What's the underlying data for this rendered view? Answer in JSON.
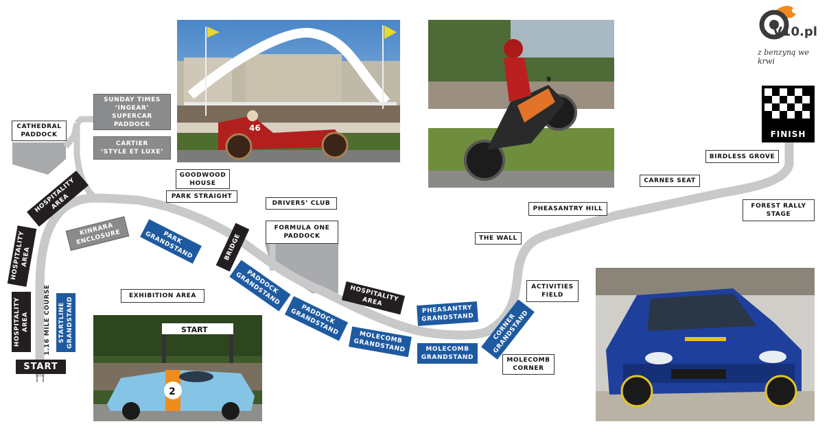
{
  "map": {
    "colors": {
      "track": "#c8c9cb",
      "paddock": "#a9aaac",
      "blue": "#1e5aa0",
      "dark": "#231f20",
      "grey": "#8a8b8d"
    },
    "start": "START",
    "finish": "FINISH",
    "course_length": "1.16 MILE COURSE",
    "labels": {
      "cathedral_paddock": "CATHEDRAL\nPADDOCK",
      "sunday_times": "SUNDAY TIMES\n‘InGear’\nSUPERCAR\nPADDOCK",
      "cartier": "CARTIER\n‘STYLE ET LUXE’",
      "goodwood_house": "GOODWOOD\nHOUSE",
      "park_straight": "PARK STRAIGHT",
      "drivers_club": "DRIVERS’ CLUB",
      "formula_one_paddock": "FORMULA ONE\nPADDOCK",
      "the_wall": "THE WALL",
      "pheasantry_hill": "PHEASANTRY HILL",
      "carnes_seat": "CARNES SEAT",
      "birdless_grove": "BIRDLESS GROVE",
      "forest_rally_stage": "FOREST RALLY\nSTAGE",
      "activities_field": "ACTIVITIES\nFIELD",
      "molecomb_corner": "MOLECOMB\nCORNER",
      "exhibition_area": "EXHIBITION AREA",
      "kinrara_enclosure": "KINRARA\nENCLOSURE",
      "hospitality_area": "HOSPITALITY\nAREA",
      "bridge": "BRIDGE",
      "park_grandstand": "PARK\nGRANDSTAND",
      "paddock_grandstand": "PADDOCK\nGRANDSTAND",
      "molecomb_grandstand": "MOLECOMB\nGRANDSTAND",
      "pheasantry_grandstand": "PHEASANTRY\nGRANDSTAND",
      "corner_grandstand": "CORNER\nGRANDSTAND",
      "startline_grandstand": "STARTLINE\nGRANDSTAND"
    }
  },
  "photos": {
    "car_46_number": "46",
    "motorbike_number": "9",
    "gulf_car_number": "2",
    "start_banner": "START"
  },
  "logo": {
    "brand": "V10.pl",
    "tagline": "z benzyną we krwi",
    "icon": "tyre-flame-icon"
  }
}
